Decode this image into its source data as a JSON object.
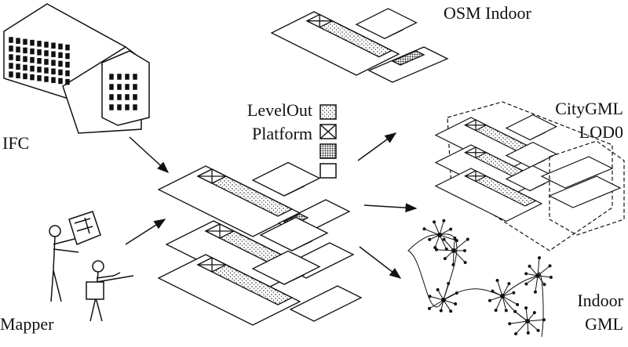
{
  "labels": {
    "ifc": "IFC",
    "mapper": "Mapper",
    "osm": "OSM Indoor",
    "citygml_1": "CityGML",
    "citygml_2": "LOD0",
    "indoorgml_1": "Indoor",
    "indoorgml_2": "GML"
  },
  "legend": {
    "items": [
      {
        "label": "LevelOut",
        "pattern": "dotted"
      },
      {
        "label": "Platform",
        "pattern": "crossed"
      },
      {
        "label": "",
        "pattern": "grid"
      },
      {
        "label": "",
        "pattern": "empty"
      }
    ]
  },
  "colors": {
    "ink": "#111111",
    "background": "#ffffff"
  }
}
